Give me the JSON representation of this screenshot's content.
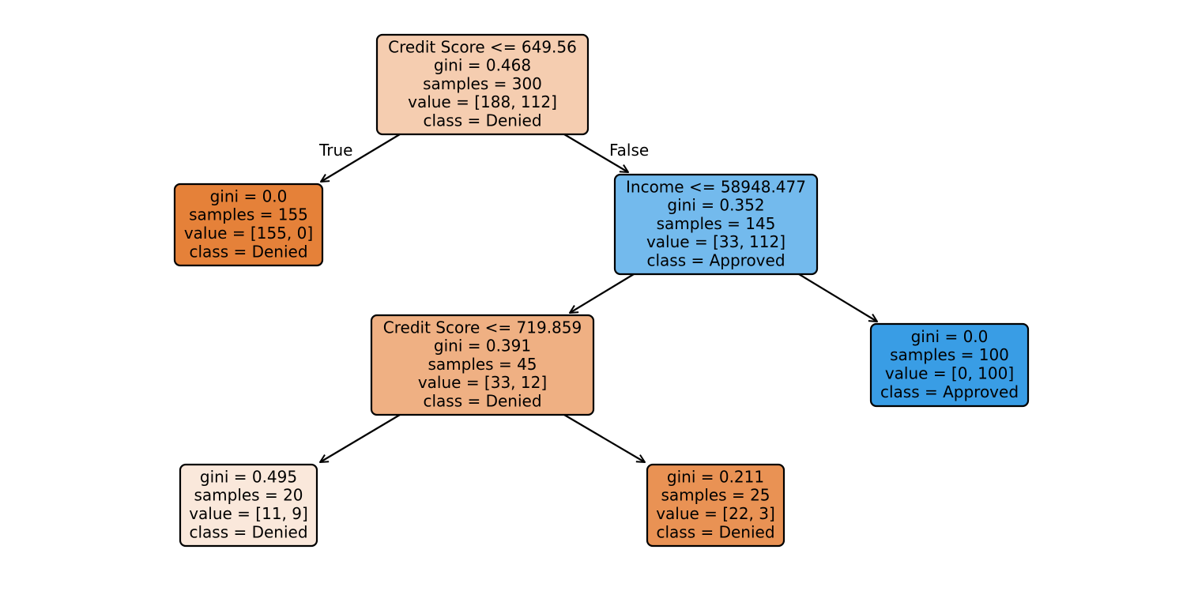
{
  "chart_data": {
    "type": "decision-tree",
    "title": "",
    "class_colors": {
      "Denied": "#e58139",
      "Approved": "#399de5"
    },
    "edge_labels": {
      "true": "True",
      "false": "False"
    },
    "nodes": [
      {
        "id": "n0",
        "split": "Credit Score <= 649.56",
        "gini": "0.468",
        "samples": "300",
        "value": "[188, 112]",
        "class": "Denied",
        "fill": "#f5cdb0",
        "parent": null,
        "branch": null
      },
      {
        "id": "n1",
        "split": null,
        "gini": "0.0",
        "samples": "155",
        "value": "[155, 0]",
        "class": "Denied",
        "fill": "#e58139",
        "parent": "n0",
        "branch": "true"
      },
      {
        "id": "n2",
        "split": "Income <= 58948.477",
        "gini": "0.352",
        "samples": "145",
        "value": "[33, 112]",
        "class": "Approved",
        "fill": "#73baed",
        "parent": "n0",
        "branch": "false"
      },
      {
        "id": "n3",
        "split": "Credit Score <= 719.859",
        "gini": "0.391",
        "samples": "45",
        "value": "[33, 12]",
        "class": "Denied",
        "fill": "#efb083",
        "parent": "n2",
        "branch": "true"
      },
      {
        "id": "n4",
        "split": null,
        "gini": "0.495",
        "samples": "20",
        "value": "[11, 9]",
        "class": "Denied",
        "fill": "#fae8db",
        "parent": "n3",
        "branch": "true"
      },
      {
        "id": "n5",
        "split": null,
        "gini": "0.211",
        "samples": "25",
        "value": "[22, 3]",
        "class": "Denied",
        "fill": "#e99254",
        "parent": "n3",
        "branch": "false"
      },
      {
        "id": "n6",
        "split": null,
        "gini": "0.0",
        "samples": "100",
        "value": "[0, 100]",
        "class": "Approved",
        "fill": "#399de5",
        "parent": "n2",
        "branch": "false"
      }
    ]
  }
}
